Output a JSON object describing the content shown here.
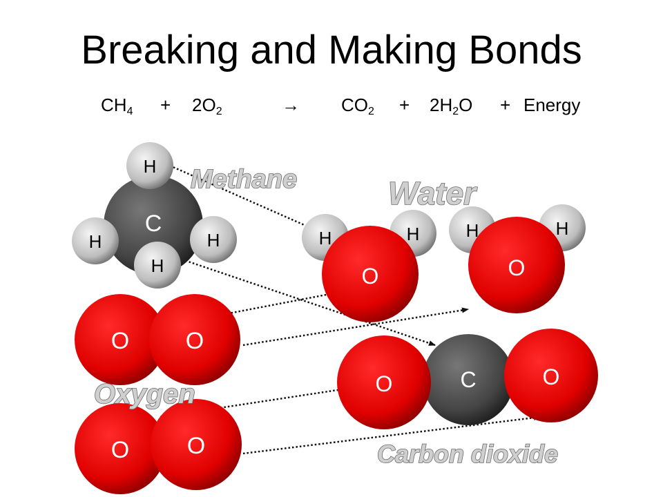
{
  "title": "Breaking and Making Bonds",
  "equation": {
    "term1_main": "CH",
    "term1_sub": "4",
    "plus1": "+",
    "term2_main": "2O",
    "term2_sub": "2",
    "arrow": "→",
    "term3_main": "CO",
    "term3_sub": "2",
    "plus2": "+",
    "term4_pre": "2H",
    "term4_sub": "2",
    "term4_post": "O",
    "plus3": "+",
    "term5": "Energy"
  },
  "labels": {
    "methane": "Methane",
    "water": "Water",
    "oxygen": "Oxygen",
    "carbon_dioxide": "Carbon dioxide"
  },
  "atom_symbols": {
    "hydrogen": "H",
    "carbon": "C",
    "oxygen": "O"
  },
  "colors": {
    "oxygen": "#e00000",
    "carbon": "#4a4a4a",
    "hydrogen": "#c8c8c8",
    "arrow": "#111111"
  }
}
